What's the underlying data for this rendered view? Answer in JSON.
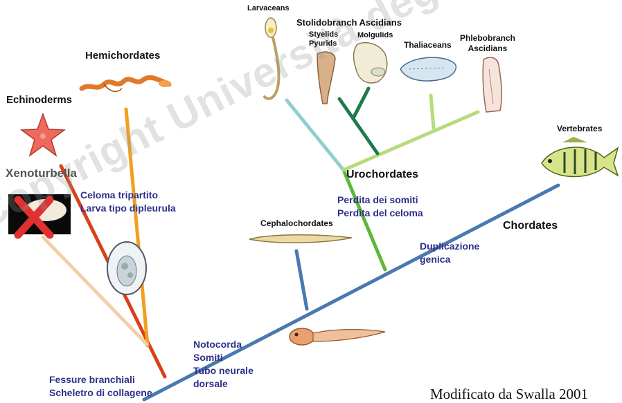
{
  "watermark": "Copyright Università degli Studi di Milano",
  "taxa": {
    "echinoderms": "Echinoderms",
    "hemichordates": "Hemichordates",
    "xenoturbella": "Xenoturbella",
    "larvaceans": "Larvaceans",
    "stolidobranch": "Stolidobranch Ascidians",
    "stylelids": "Styelids",
    "pyurids": "Pyurids",
    "molgulids": "Molgulids",
    "thaliaceans": "Thaliaceans",
    "phlebobranch_1": "Phlebobranch",
    "phlebobranch_2": "Ascidians",
    "vertebrates": "Vertebrates",
    "urochordates": "Urochordates",
    "cephalochordates": "Cephalochordates",
    "chordates": "Chordates"
  },
  "annotations": {
    "ambulacraria": [
      "Celoma tripartito",
      "Larva tipo dipleurula"
    ],
    "urochordates": [
      "Perdita dei somiti",
      "Perdita del celoma"
    ],
    "vertebrates": [
      "Duplicazione",
      "genica"
    ],
    "chordates": [
      "Notocorda",
      "Somiti",
      "Tubo neurale",
      "dorsale"
    ],
    "deuterostomes": [
      "Fessure branchiali",
      "Scheletro di collagene"
    ]
  },
  "credit": "Modificato da Swalla 2001",
  "colors": {
    "chordate_axis": "#4a78b0",
    "urochordate": "#5cb83a",
    "larvacean_branch": "#8fcfcf",
    "stolidobranch_branch": "#1e7a4a",
    "tunicate_light": "#b5dc7a",
    "echinoderm_branch": "#d9401a",
    "hemichordate_branch": "#f0a020",
    "xenoturbella_branch": "#f2cfa8",
    "notes_text": "#2e2e8a",
    "cross": "#e03030"
  }
}
